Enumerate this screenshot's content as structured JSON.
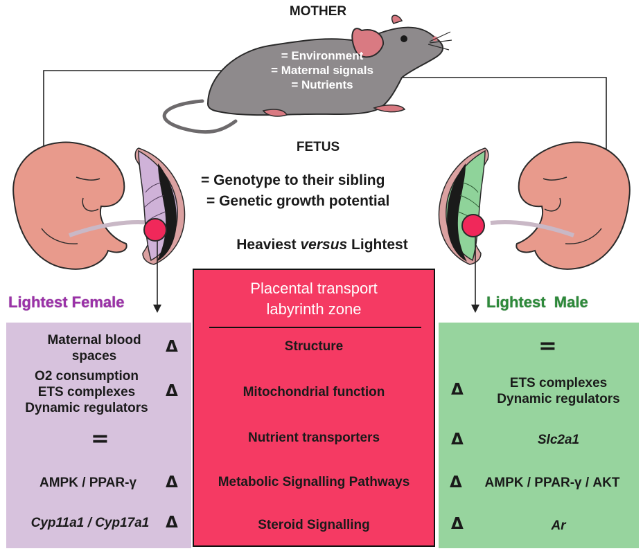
{
  "mother": {
    "title": "MOTHER",
    "lines": [
      "= Environment",
      "= Maternal signals",
      "= Nutrients"
    ]
  },
  "fetus": {
    "title": "FETUS",
    "lines": [
      "= Genotype to their sibling",
      "= Genetic growth potential"
    ]
  },
  "comparison": {
    "pre": "Heaviest ",
    "em": "versus",
    "post": " Lightest"
  },
  "left": {
    "label": "Lightest Female",
    "rows": [
      "Maternal blood spaces",
      "O2 consumption ETS complexes Dynamic regulators",
      "",
      "AMPK / PPAR-γ",
      "Cyp11a1 / Cyp17a1"
    ],
    "row_lines": [
      [
        "Maternal blood",
        "spaces"
      ],
      [
        "O2 consumption",
        "ETS complexes",
        "Dynamic regulators"
      ]
    ],
    "markers": [
      "Δ",
      "Δ",
      "=",
      "Δ",
      "Δ"
    ]
  },
  "center": {
    "title_lines": [
      "Placental transport",
      "labyrinth zone"
    ],
    "rows": [
      "Structure",
      "Mitochondrial function",
      "Nutrient transporters",
      "Metabolic Signalling Pathways",
      "Steroid Signalling"
    ]
  },
  "right": {
    "label": "Lightest  Male",
    "rows": [
      "",
      "ETS complexes Dynamic regulators",
      "Slc2a1",
      "AMPK / PPAR-γ / AKT",
      "Ar"
    ],
    "row_lines": [
      [
        "ETS complexes",
        "Dynamic regulators"
      ]
    ],
    "markers": [
      "=",
      "Δ",
      "Δ",
      "Δ",
      "Δ"
    ]
  },
  "colors": {
    "female_panel": "#d7c2dd",
    "male_panel": "#97d49e",
    "center_panel": "#f53a63",
    "female_label": "#9b31a8",
    "male_label": "#2d8a3a",
    "mouse_body": "#8e8a8c",
    "pup_skin": "#e89a8c",
    "placenta_female": "#cfb2d8",
    "placenta_male": "#8fd39a"
  },
  "icons": [
    "mother-mouse-icon",
    "female-pup-icon",
    "male-pup-icon",
    "female-placenta-icon",
    "male-placenta-icon"
  ]
}
